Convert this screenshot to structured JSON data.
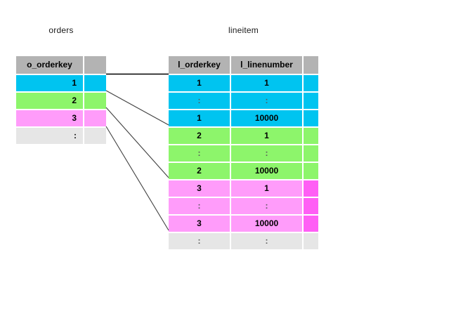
{
  "diagram": {
    "orders": {
      "title": "orders",
      "columns": {
        "c0": "o_orderkey",
        "c1": ""
      },
      "rows": [
        {
          "o_orderkey": "1",
          "color": "cyan"
        },
        {
          "o_orderkey": "2",
          "color": "green"
        },
        {
          "o_orderkey": "3",
          "color": "pink"
        },
        {
          "o_orderkey": ":",
          "color": "gray"
        }
      ]
    },
    "lineitem": {
      "title": "lineitem",
      "columns": {
        "c0": "l_orderkey",
        "c1": "l_linenumber",
        "c2": ""
      },
      "rows": [
        {
          "l_orderkey": "1",
          "l_linenumber": "1",
          "color": "cyan"
        },
        {
          "l_orderkey": ":",
          "l_linenumber": ":",
          "color": "cyan"
        },
        {
          "l_orderkey": "1",
          "l_linenumber": "10000",
          "color": "cyan"
        },
        {
          "l_orderkey": "2",
          "l_linenumber": "1",
          "color": "green"
        },
        {
          "l_orderkey": ":",
          "l_linenumber": ":",
          "color": "green"
        },
        {
          "l_orderkey": "2",
          "l_linenumber": "10000",
          "color": "green"
        },
        {
          "l_orderkey": "3",
          "l_linenumber": "1",
          "color": "pink"
        },
        {
          "l_orderkey": ":",
          "l_linenumber": ":",
          "color": "pink"
        },
        {
          "l_orderkey": "3",
          "l_linenumber": "10000",
          "color": "pink"
        },
        {
          "l_orderkey": ":",
          "l_linenumber": ":",
          "color": "gray"
        }
      ]
    },
    "connectors": [
      {
        "from": "orders.header",
        "to": "lineitem.header"
      },
      {
        "from": "orders.row-1",
        "to": "lineitem.group-1-end"
      },
      {
        "from": "orders.row-2",
        "to": "lineitem.group-2-end"
      },
      {
        "from": "orders.row-3",
        "to": "lineitem.group-3-end"
      }
    ],
    "colors": {
      "cyan": "#00C4F0",
      "green": "#8DF56B",
      "pink": "#FF9CFA",
      "pink_accent": "#FF5FF5",
      "header_gray": "#B3B3B3",
      "gray": "#E6E6E6",
      "connector": "#404040",
      "header_connector": "#000000"
    }
  }
}
